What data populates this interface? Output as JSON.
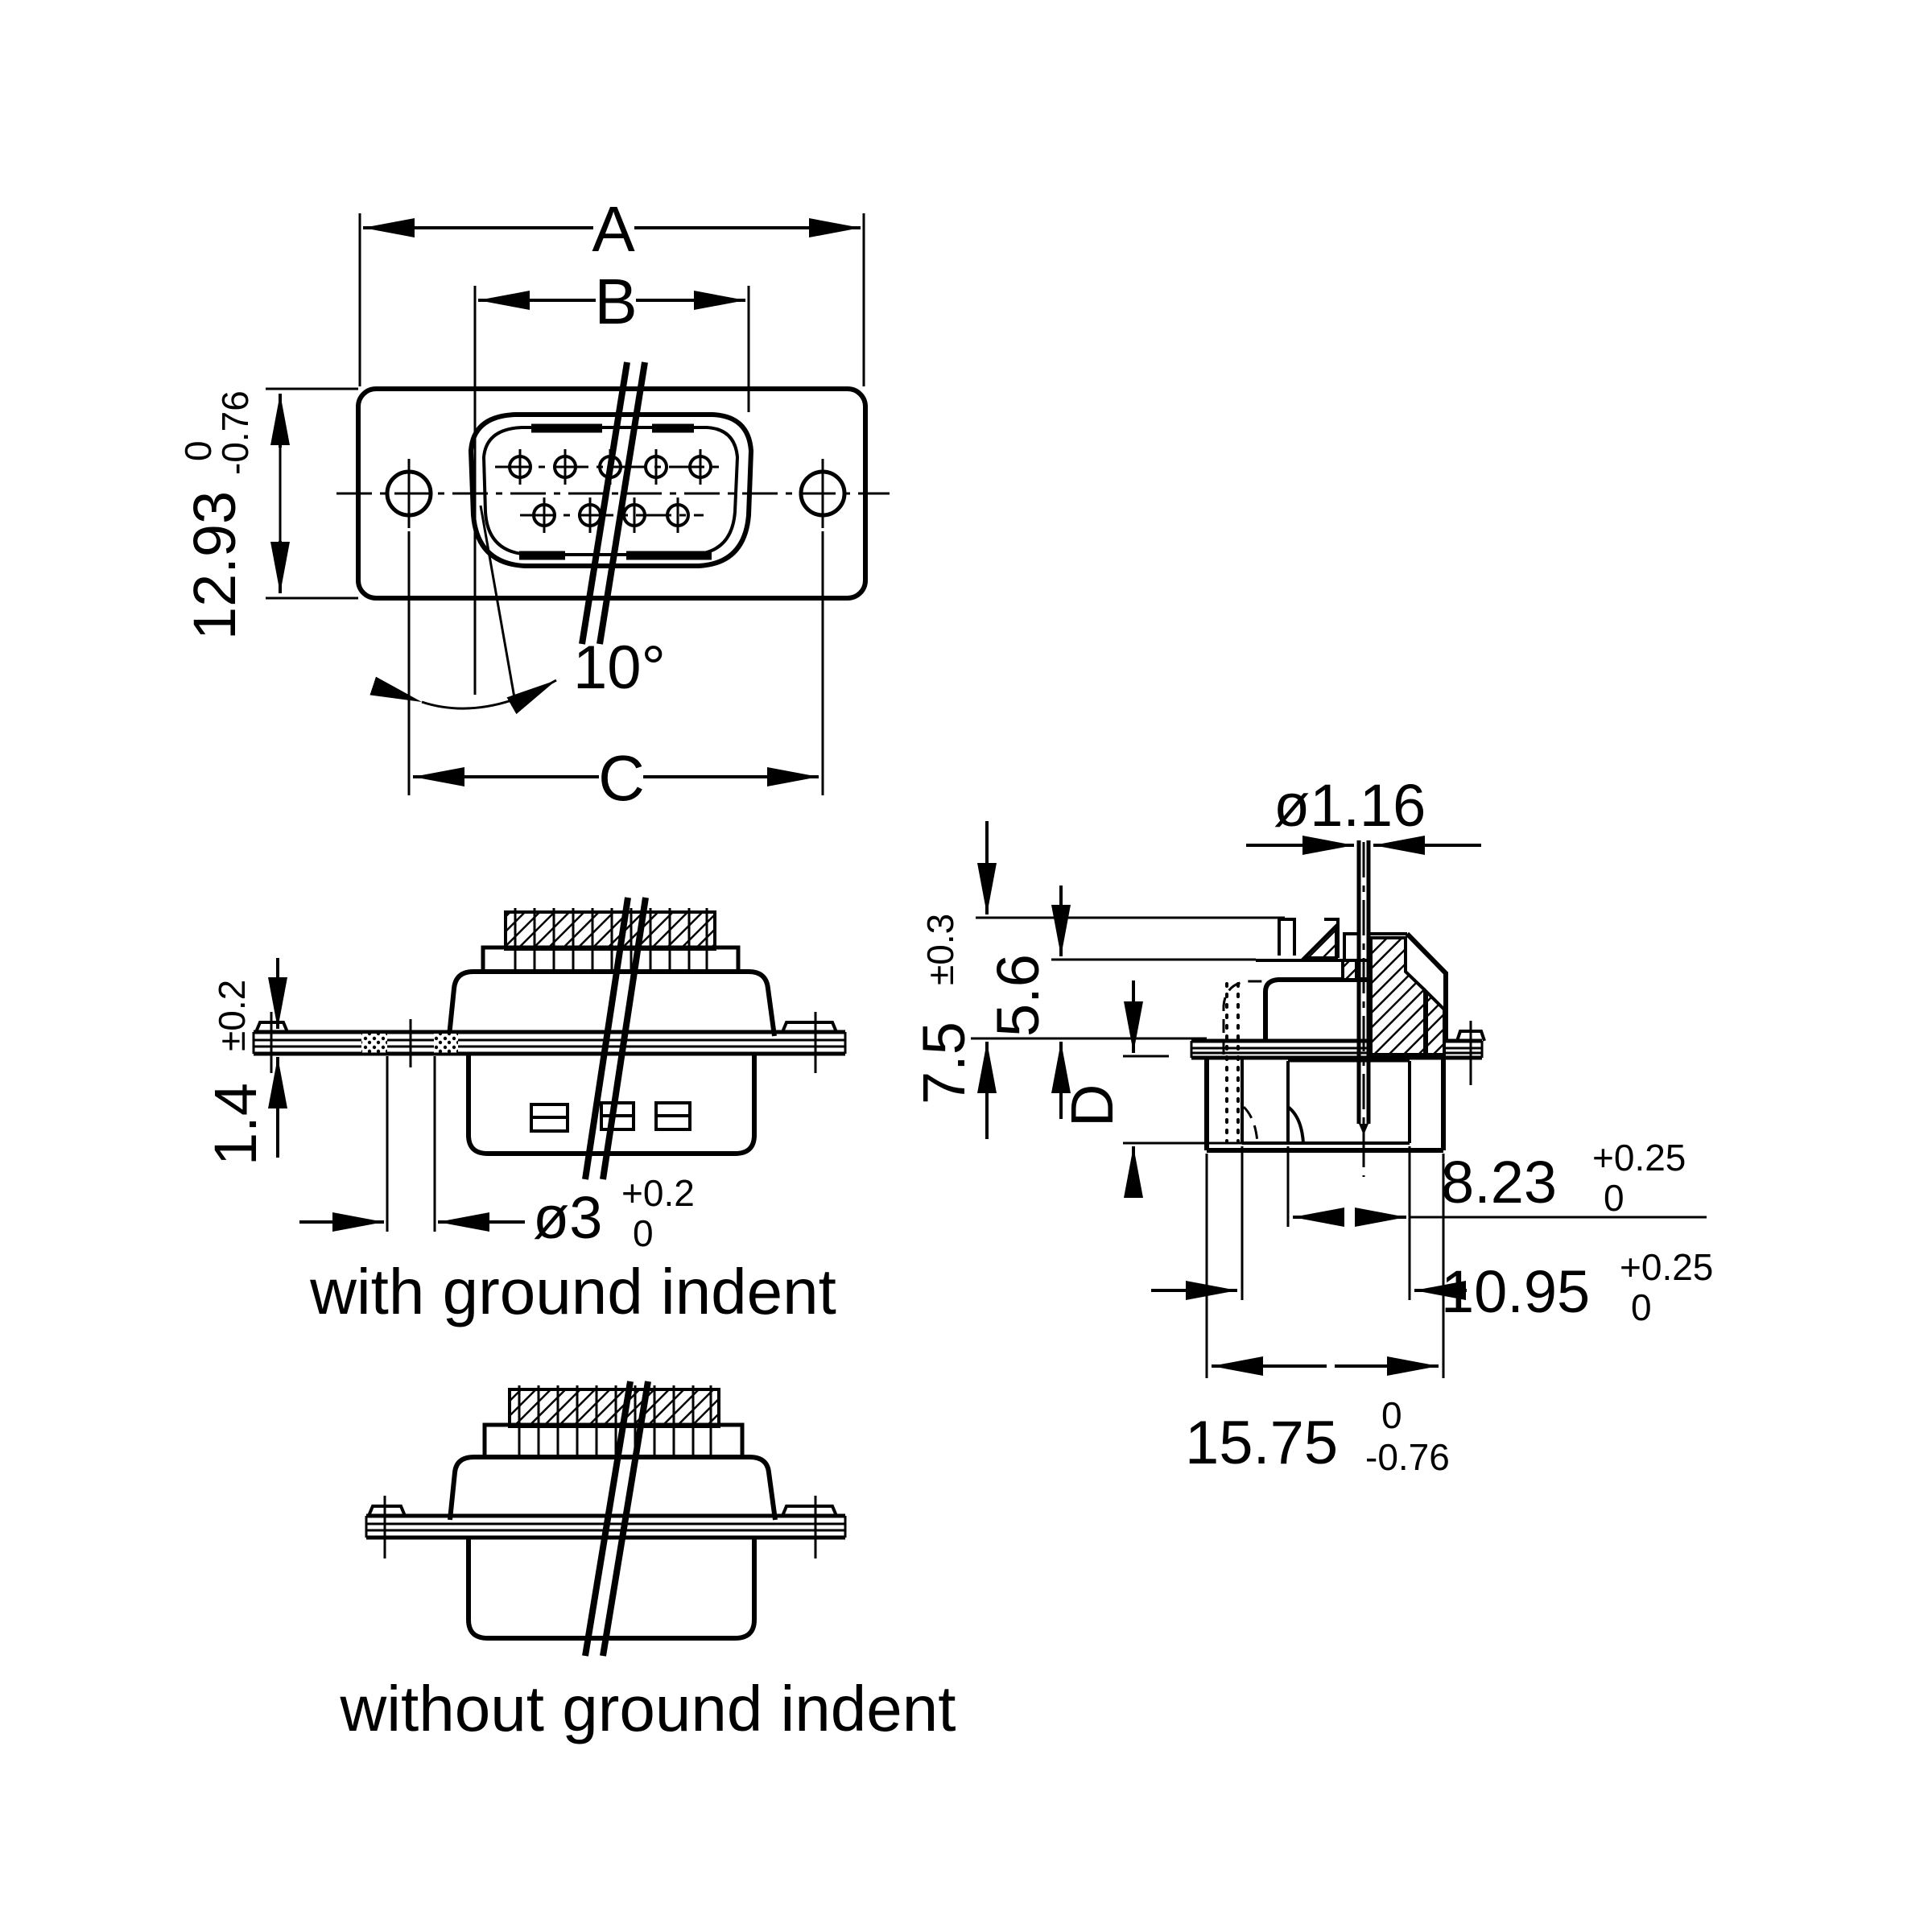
{
  "drawing": {
    "type": "technical-dimensional-drawing",
    "subject": "D-sub 9-pin male connector, solder cup, dimensions in mm",
    "colors": {
      "line": "#000000",
      "background": "#ffffff"
    },
    "views": {
      "front": {
        "dims": {
          "a": "A",
          "b": "B",
          "c": "C",
          "angle": "10°",
          "height": "12.93",
          "height_tol_upper": "0",
          "height_tol_lower": "-0.76"
        }
      },
      "side_with_indent": {
        "caption": "with ground indent",
        "dims": {
          "plate_thickness": "1.4",
          "plate_thickness_tol": "±0.2",
          "indent_dia": "ø3",
          "indent_dia_tol_upper": "+0.2",
          "indent_dia_tol_lower": "0"
        }
      },
      "side_without_indent": {
        "caption": "without ground indent"
      },
      "section": {
        "dims": {
          "pin_dia": "ø1.16",
          "h75": "7.5",
          "h75_tol": "±0.3",
          "h56": "5.6",
          "d_label": "D",
          "bore": "8.23",
          "bore_tol_upper": "+0.25",
          "bore_tol_lower": "0",
          "mid": "10.95",
          "mid_tol_upper": "+0.25",
          "mid_tol_lower": "0",
          "outer": "15.75",
          "outer_tol_upper": "0",
          "outer_tol_lower": "-0.76"
        }
      }
    }
  }
}
